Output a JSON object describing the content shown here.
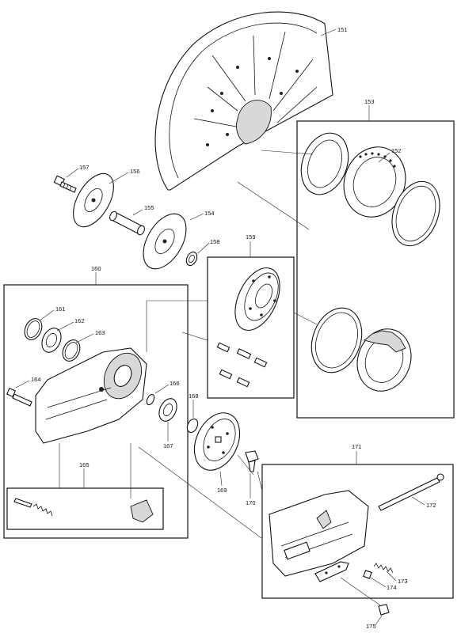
{
  "diagram": {
    "part_numbers": {
      "p151": "151",
      "p152": "152",
      "p153": "153",
      "p154": "154",
      "p155": "155",
      "p156": "156",
      "p157": "157",
      "p158": "158",
      "p159": "159",
      "p160": "160",
      "p161": "161",
      "p162": "162",
      "p163": "163",
      "p164": "164",
      "p165": "165",
      "p166": "166",
      "p167": "167",
      "p168": "168",
      "p169": "169",
      "p170": "170",
      "p171": "171",
      "p172": "172",
      "p173": "173",
      "p174": "174",
      "p175": "175"
    }
  }
}
